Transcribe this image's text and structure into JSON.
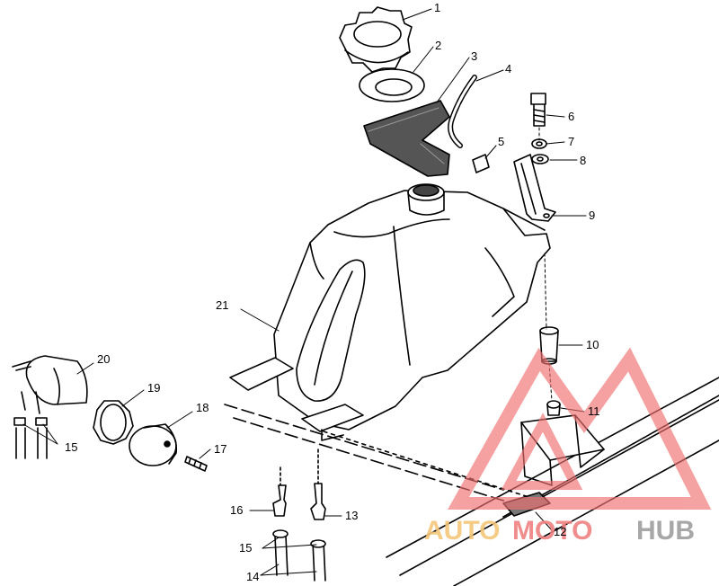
{
  "callouts": [
    {
      "id": "1",
      "text": "1"
    },
    {
      "id": "2",
      "text": "2"
    },
    {
      "id": "3",
      "text": "3"
    },
    {
      "id": "4",
      "text": "4"
    },
    {
      "id": "5",
      "text": "5"
    },
    {
      "id": "6",
      "text": "6"
    },
    {
      "id": "7",
      "text": "7"
    },
    {
      "id": "8",
      "text": "8"
    },
    {
      "id": "9",
      "text": "9"
    },
    {
      "id": "10",
      "text": "10"
    },
    {
      "id": "11",
      "text": "11"
    },
    {
      "id": "12",
      "text": "12"
    },
    {
      "id": "13",
      "text": "13"
    },
    {
      "id": "14",
      "text": "14"
    },
    {
      "id": "15a",
      "text": "15"
    },
    {
      "id": "15b",
      "text": "15"
    },
    {
      "id": "16",
      "text": "16"
    },
    {
      "id": "17",
      "text": "17"
    },
    {
      "id": "18",
      "text": "18"
    },
    {
      "id": "19",
      "text": "19"
    },
    {
      "id": "20",
      "text": "20"
    },
    {
      "id": "21",
      "text": "21"
    }
  ],
  "watermark": {
    "part1": "AUTO",
    "part2": "MOTO",
    "part3": "HUB",
    "colors": {
      "part1": "#f5c77a",
      "part2": "#f08080",
      "part3": "#9e9e9e",
      "triangle": "#f07070"
    }
  }
}
